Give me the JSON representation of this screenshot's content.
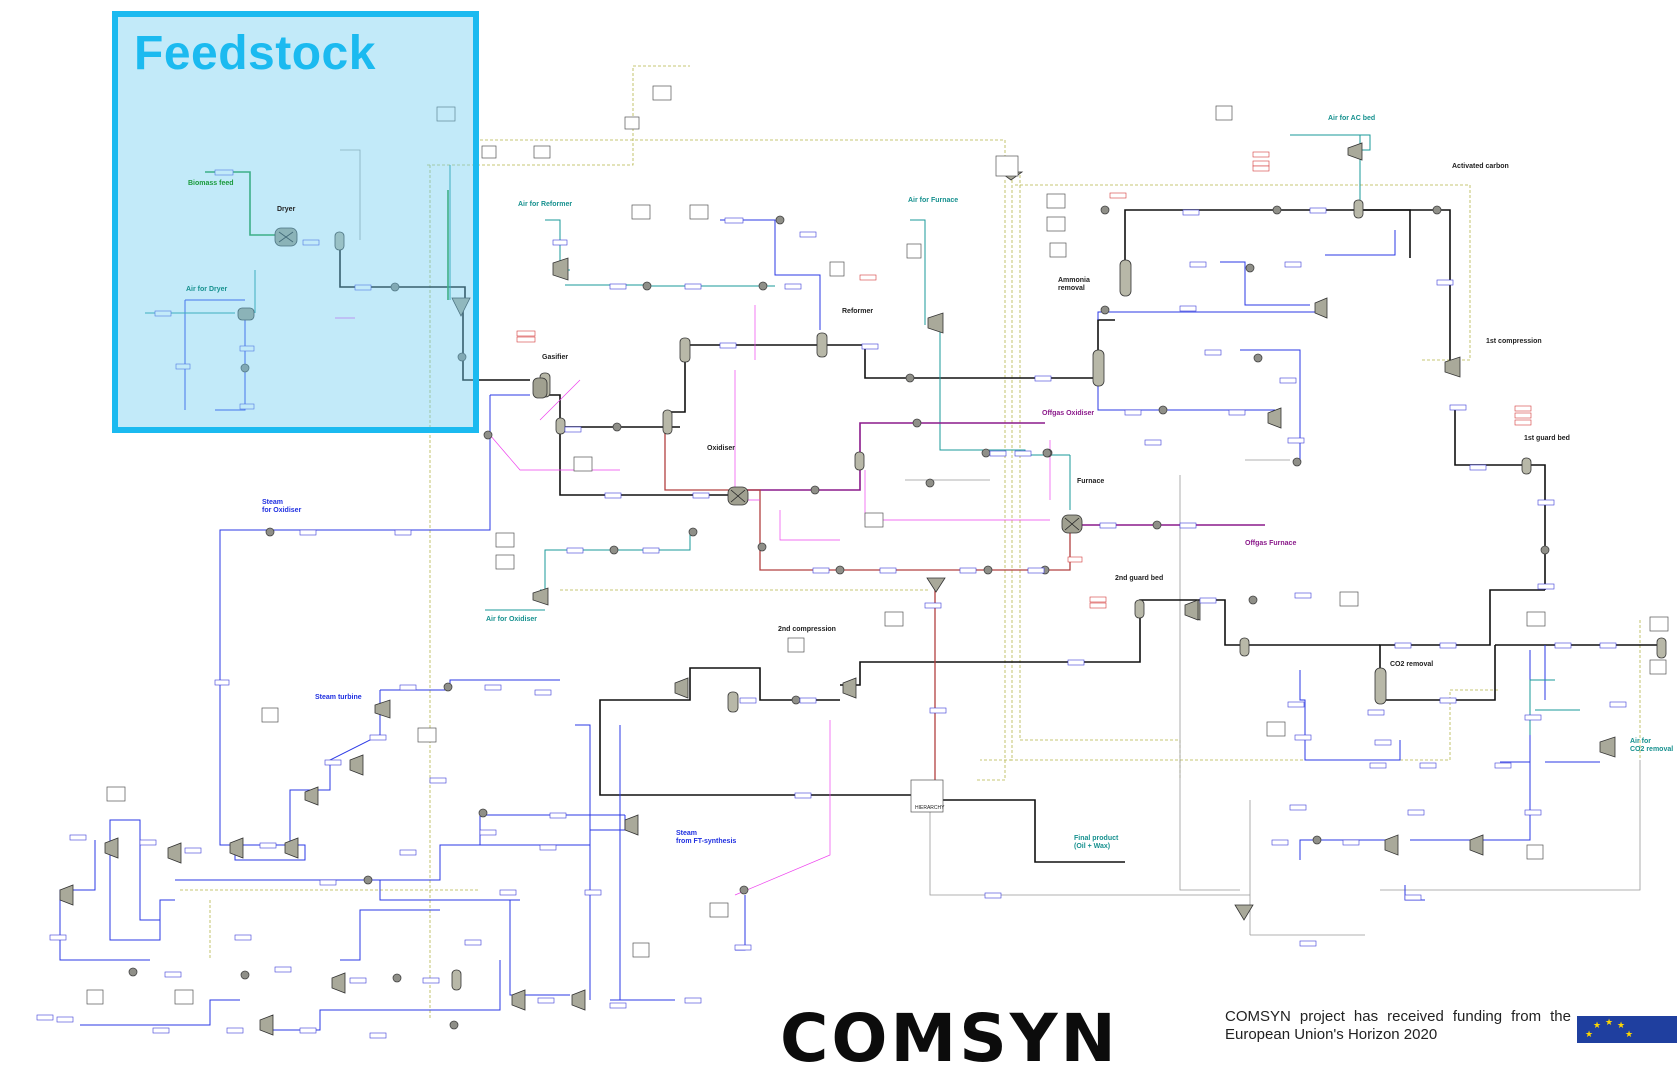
{
  "feedstock": {
    "title": "Feedstock"
  },
  "labels": {
    "biomass_feed": "Biomass feed",
    "dryer": "Dryer",
    "air_for_dryer": "Air for Dryer",
    "air_for_reformer": "Air for Reformer",
    "air_for_furnace": "Air for Furnace",
    "air_for_ac_bed": "Air for AC bed",
    "activated_carbon": "Activated carbon",
    "ammonia_removal_1": "Ammonia",
    "ammonia_removal_2": "removal",
    "reformer": "Reformer",
    "gasifier": "Gasifier",
    "first_compression": "1st compression",
    "offgas_oxidiser": "Offgas Oxidiser",
    "oxidiser": "Oxidiser",
    "first_guard_bed": "1st guard bed",
    "furnace": "Furnace",
    "steam_for_oxidiser_1": "Steam",
    "steam_for_oxidiser_2": "for Oxidiser",
    "offgas_furnace": "Offgas Furnace",
    "second_guard_bed": "2nd guard bed",
    "air_for_oxidiser": "Air for Oxidiser",
    "second_compression": "2nd compression",
    "co2_removal": "CO2 removal",
    "steam_turbine": "Steam turbine",
    "air_for_co2_removal_1": "Air for",
    "air_for_co2_removal_2": "CO2 removal",
    "steam_from_ft_1": "Steam",
    "steam_from_ft_2": "from FT-synthesis",
    "final_product_1": "Final product",
    "final_product_2": "(Oil + Wax)",
    "hierarchy_block": "HIERARCHY"
  },
  "footer": {
    "logo": "COMSYN",
    "funding_text": "COMSYN project has received funding from the European Union's Horizon 2020"
  },
  "colors": {
    "feed_fill": "#6ecdf0",
    "feed_border": "#1bbaf0",
    "gas_stream": "#111111",
    "steam_stream": "#2b39e6",
    "air_stream": "#1a9a9a",
    "offgas_stream": "#8b1a8b",
    "info_stream": "#b5b54a",
    "hot_stream": "#b24040"
  }
}
